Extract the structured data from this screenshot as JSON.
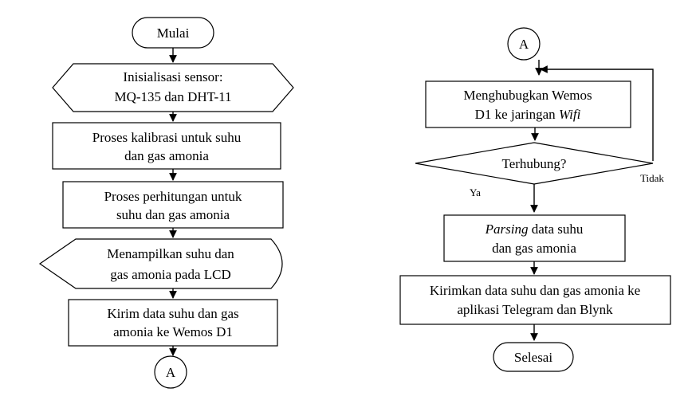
{
  "left": {
    "start": "Mulai",
    "init_line1": "Inisialisasi sensor:",
    "init_line2": "MQ-135 dan DHT-11",
    "calib_line1": "Proses kalibrasi untuk suhu",
    "calib_line2": "dan gas amonia",
    "calc_line1": "Proses perhitungan untuk",
    "calc_line2": "suhu dan gas amonia",
    "display_line1": "Menampilkan suhu dan",
    "display_line2": "gas amonia pada LCD",
    "send_line1": "Kirim data suhu dan gas",
    "send_line2": "amonia ke Wemos D1",
    "connector": "A"
  },
  "right": {
    "connector": "A",
    "connect_line1": "Menghubugkan Wemos",
    "connect_line2_a": "D1 ke jaringan ",
    "connect_line2_b": "Wifi",
    "decision": "Terhubung?",
    "no_label": "Tidak",
    "yes_label": "Ya",
    "parse_line1_a": "Parsing",
    "parse_line1_b": " data suhu",
    "parse_line2": "dan gas amonia",
    "send_line1": "Kirimkan data suhu dan gas amonia ke",
    "send_line2": "aplikasi Telegram dan Blynk",
    "end": "Selesai"
  }
}
